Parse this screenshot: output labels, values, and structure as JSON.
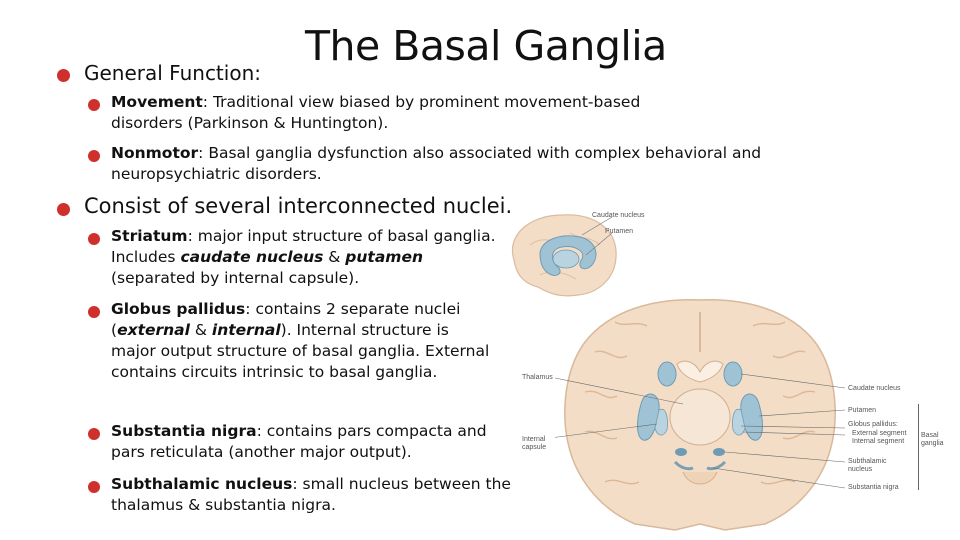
{
  "slide": {
    "title": "The Basal Ganglia",
    "function_heading": "General Function:",
    "movement": {
      "term": "Movement",
      "text": ": Traditional view biased by prominent movement-based disorders (Parkinson & Huntington)."
    },
    "nonmotor": {
      "term": "Nonmotor",
      "text": ": Basal ganglia dysfunction also associated with complex behavioral and neuropsychiatric disorders."
    },
    "consist_heading": "Consist of several interconnected nuclei.",
    "striatum": {
      "term": "Striatum",
      "text1": ": major input structure of basal ganglia. Includes ",
      "caudate": "caudate nucleus",
      "amp": " & ",
      "putamen": "putamen",
      "text2": " (separated by internal capsule)."
    },
    "globus": {
      "term": "Globus pallidus",
      "text1": ": contains 2 separate nuclei (",
      "external": "external",
      "amp": " & ",
      "internal": "internal",
      "text2": "). Internal structure is major output structure of basal ganglia. External contains circuits intrinsic to basal ganglia."
    },
    "nigra": {
      "term": "Substantia nigra",
      "text": ": contains pars compacta and pars reticulata (another major output)."
    },
    "subthalamic": {
      "term": "Subthalamic nucleus",
      "text": ": small nucleus between the thalamus & substantia nigra."
    }
  },
  "figure_labels": {
    "top_caudate": "Caudate nucleus",
    "top_putamen": "Putamen",
    "thalamus": "Thalamus",
    "internal_capsule": "Internal capsule",
    "caudate": "Caudate nucleus",
    "putamen": "Putamen",
    "globus": "Globus pallidus:",
    "external_segment": "External segment",
    "internal_segment": "Internal segment",
    "subthalamic": "Subthalamic nucleus",
    "nigra": "Substantia nigra",
    "basal_ganglia": "Basal ganglia"
  },
  "colors": {
    "bullet": "#d0302c",
    "brain_tissue": "#f3ddc6",
    "nuclei": "#9fc3d4"
  }
}
